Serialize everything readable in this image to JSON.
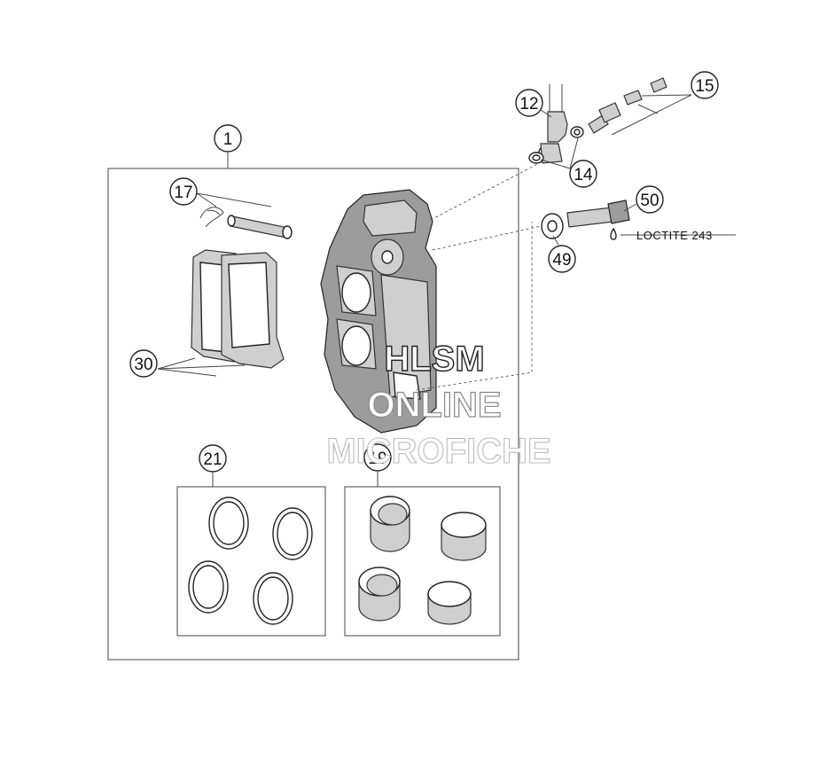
{
  "callouts": [
    {
      "id": "c1",
      "label": "1"
    },
    {
      "id": "c12",
      "label": "12"
    },
    {
      "id": "c14",
      "label": "14"
    },
    {
      "id": "c15",
      "label": "15"
    },
    {
      "id": "c17",
      "label": "17"
    },
    {
      "id": "c19",
      "label": "19"
    },
    {
      "id": "c21",
      "label": "21"
    },
    {
      "id": "c30",
      "label": "30"
    },
    {
      "id": "c49",
      "label": "49"
    },
    {
      "id": "c50",
      "label": "50"
    }
  ],
  "note": "LOCTITE 243",
  "watermark": {
    "line1": "HLSM",
    "line2": "ONLINE",
    "line3": "MICROFICHE"
  }
}
